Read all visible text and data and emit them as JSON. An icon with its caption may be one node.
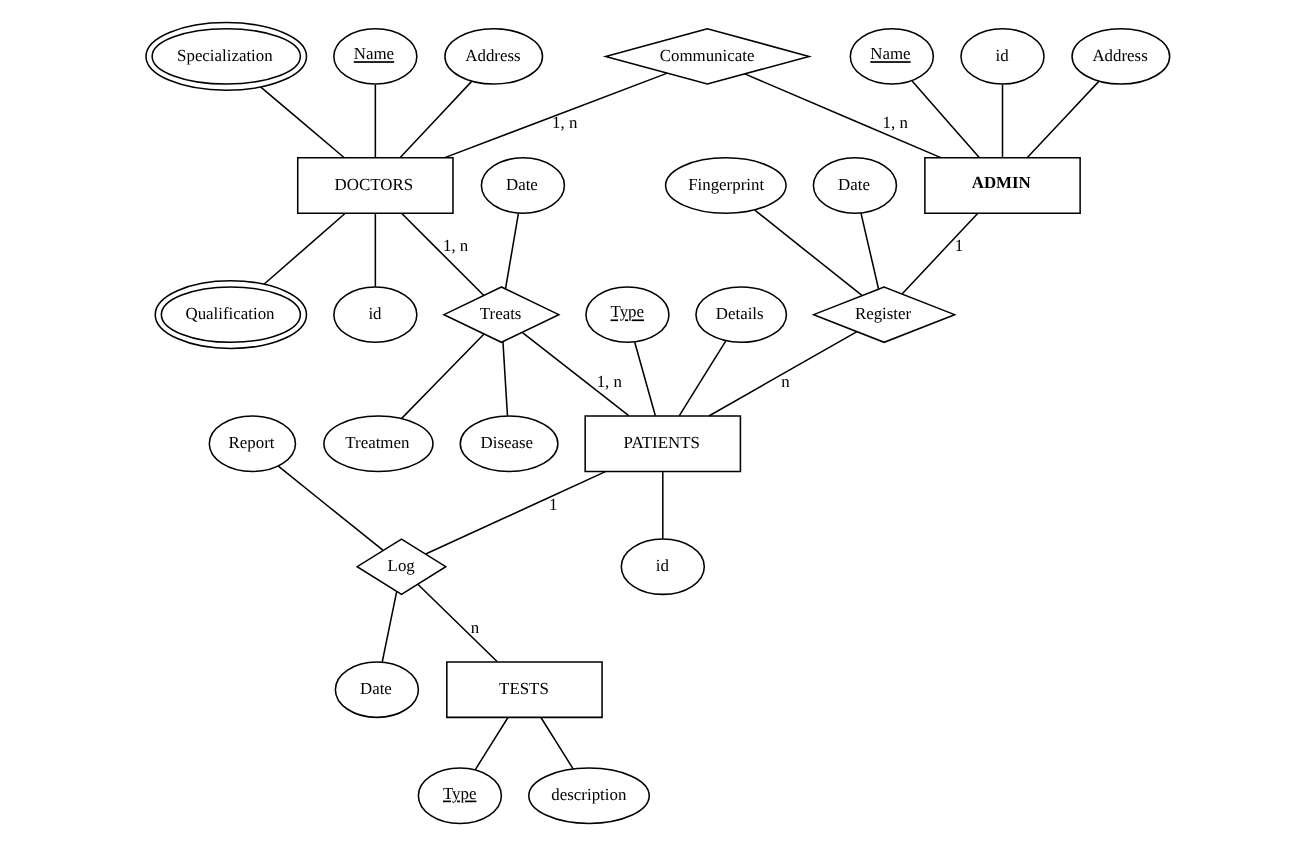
{
  "diagram": {
    "nodes": [
      {
        "text": [
          "ADMIN"
        ]
      },
      {
        "text": [
          "Name"
        ]
      },
      {
        "text": [
          "id"
        ]
      },
      {
        "text": [
          "Address"
        ]
      },
      {
        "text": [
          "Communicate"
        ]
      },
      {
        "text": [
          "Register"
        ]
      },
      {
        "text": [
          "Fingerprint"
        ]
      },
      {
        "text": [
          "Date"
        ]
      },
      {
        "text": [
          "DOCTORS"
        ]
      },
      {
        "text": [
          "Name"
        ]
      },
      {
        "text": [
          "Address"
        ]
      },
      {
        "text": [
          "Specialization"
        ]
      },
      {
        "text": [
          "id"
        ]
      },
      {
        "text": [
          "Qualification"
        ]
      },
      {
        "text": [
          "Treats"
        ]
      },
      {
        "text": [
          "Date"
        ]
      },
      {
        "text": [
          "Disease"
        ]
      },
      {
        "text": [
          "Treatmen"
        ]
      },
      {
        "text": [
          "PATIENTS"
        ]
      },
      {
        "text": [
          "Type"
        ]
      },
      {
        "text": [
          "Details"
        ]
      },
      {
        "text": [
          "id"
        ]
      },
      {
        "text": [
          "Log"
        ]
      },
      {
        "text": [
          "Report"
        ]
      },
      {
        "text": [
          "Date"
        ]
      },
      {
        "text": [
          "TESTS"
        ]
      },
      {
        "text": [
          "Type"
        ]
      },
      {
        "text": [
          "description"
        ]
      }
    ],
    "edges": [
      {
        "from": 1,
        "to": 0,
        "arrow": "none"
      },
      {
        "from": 2,
        "to": 0,
        "arrow": "none"
      },
      {
        "from": 3,
        "to": 0,
        "arrow": "none"
      },
      {
        "from": 4,
        "to": 0,
        "label": "1, n",
        "arrow": "none"
      },
      {
        "from": 0,
        "to": 5,
        "label": "1",
        "arrow": "none"
      },
      {
        "from": 6,
        "to": 5,
        "arrow": "none"
      },
      {
        "from": 7,
        "to": 5,
        "arrow": "none"
      },
      {
        "from": 4,
        "to": 8,
        "label": "1, n",
        "arrow": "none"
      },
      {
        "from": 5,
        "to": 18,
        "label": "n",
        "arrow": "none"
      },
      {
        "from": 9,
        "to": 8,
        "arrow": "none"
      },
      {
        "from": 10,
        "to": 8,
        "arrow": "none"
      },
      {
        "from": 11,
        "to": 8,
        "arrow": "none"
      },
      {
        "from": 8,
        "to": 12,
        "arrow": "none"
      },
      {
        "from": 8,
        "to": 13,
        "arrow": "none"
      },
      {
        "from": 8,
        "to": 14,
        "label": "1, n",
        "arrow": "none"
      },
      {
        "from": 15,
        "to": 14,
        "arrow": "none"
      },
      {
        "from": 14,
        "to": 16,
        "arrow": "none"
      },
      {
        "from": 14,
        "to": 17,
        "arrow": "none"
      },
      {
        "from": 14,
        "to": 18,
        "label": "1, n",
        "arrow": "none"
      },
      {
        "from": 19,
        "to": 18,
        "arrow": "none"
      },
      {
        "from": 20,
        "to": 18,
        "arrow": "none"
      },
      {
        "from": 18,
        "to": 21,
        "arrow": "none"
      },
      {
        "from": 18,
        "to": 22,
        "label": "1",
        "arrow": "none"
      },
      {
        "from": 23,
        "to": 22,
        "arrow": "none"
      },
      {
        "from": 22,
        "to": 24,
        "arrow": "none"
      },
      {
        "from": 22,
        "to": 25,
        "label": "n",
        "arrow": "none"
      },
      {
        "from": 25,
        "to": 26,
        "arrow": "none"
      },
      {
        "from": 25,
        "to": 27,
        "arrow": "none"
      }
    ]
  }
}
